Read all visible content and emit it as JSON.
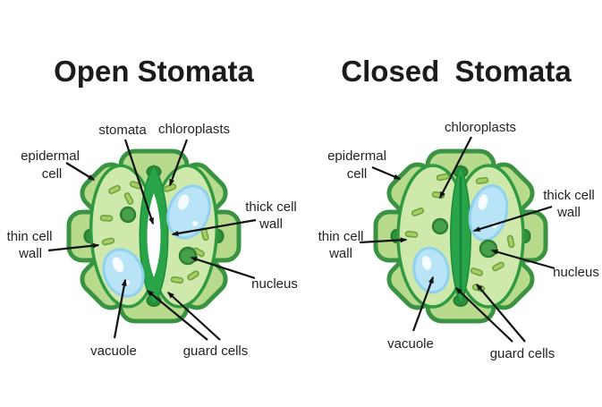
{
  "colors": {
    "background": "#ffffff",
    "title_text": "#1b1b1b",
    "label_text": "#232323",
    "line": "#121212",
    "epidermal_fill": "#b8da8d",
    "epidermal_border": "#3a9343",
    "cell_spot": "#2e9038",
    "cell_spot_border": "#257c2f",
    "guard_fill": "#cfe9ad",
    "guard_border": "#2f9a40",
    "thick_wall": "#29a449",
    "thick_wall_edge": "#1d8c3c",
    "seam": "#16843a",
    "vacuole_fill": "#b9e4f8",
    "vacuole_border": "#8fd1ee",
    "chloroplast_fill": "#a9cd63",
    "chloroplast_border": "#6ba33e",
    "nucleus_fill": "#46a04a",
    "nucleus_border": "#2c7f33"
  },
  "open_panel": {
    "title": "Open Stomata",
    "labels": {
      "stomata": "stomata",
      "chloroplasts": "chloroplasts",
      "epidermal_line1": "epidermal",
      "epidermal_line2": "cell",
      "thick_line1": "thick cell",
      "thick_line2": "wall",
      "thin_line1": "thin cell",
      "thin_line2": "wall",
      "nucleus": "nucleus",
      "vacuole": "vacuole",
      "guard_cells": "guard cells"
    }
  },
  "closed_panel": {
    "title": "Closed Stomata",
    "labels": {
      "chloroplasts": "chloroplasts",
      "epidermal_line1": "epidermal",
      "epidermal_line2": "cell",
      "thick_line1": "thick cell",
      "thick_line2": "wall",
      "thin_line1": "thin cell",
      "thin_line2": "wall",
      "nucleus": "nucleus",
      "vacuole": "vacuole",
      "guard_cells": "guard cells"
    }
  }
}
